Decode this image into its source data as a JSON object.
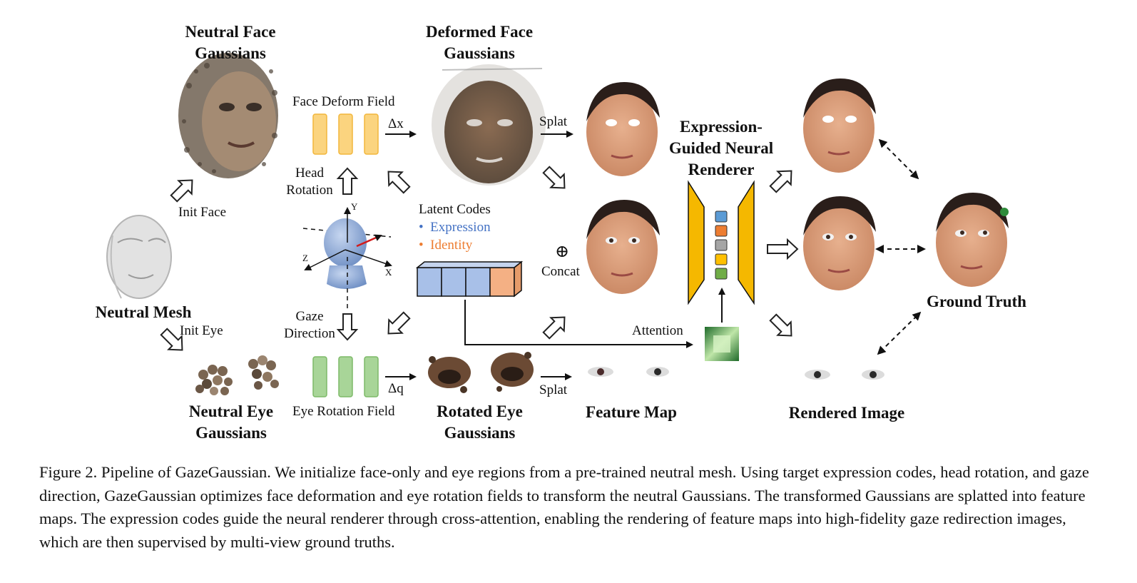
{
  "colors": {
    "face_field": "#FBD47F",
    "face_field_stroke": "#F2B63B",
    "eye_field": "#A8D598",
    "eye_field_stroke": "#7DBA68",
    "expression": "#4472C4",
    "identity": "#ED7D31",
    "renderer": "#F5B800",
    "latent_expression_block": "#A8C0E8",
    "latent_identity_block": "#F4B084",
    "attention_map": "#2E8B3A",
    "head_model": "#8FA9D6"
  },
  "labels": {
    "neutral_face": [
      "Neutral Face",
      "Gaussians"
    ],
    "deformed_face": [
      "Deformed Face",
      "Gaussians"
    ],
    "face_deform_field": "Face Deform Field",
    "delta_x": "Δx",
    "splat_top": "Splat",
    "head_rotation": [
      "Head",
      "Rotation"
    ],
    "init_face": "Init Face",
    "neutral_mesh": "Neutral Mesh",
    "init_eye": "Init Eye",
    "gaze_direction": [
      "Gaze",
      "Direction"
    ],
    "axis_y": "Y",
    "axis_z": "Z",
    "axis_x": "X",
    "latent_codes": "Latent Codes",
    "expression": "Expression",
    "identity": "Identity",
    "concat": "Concat",
    "concat_symbol": "⊕",
    "renderer": [
      "Expression-",
      "Guided Neural",
      "Renderer"
    ],
    "attention": "Attention",
    "neutral_eye": [
      "Neutral Eye",
      "Gaussians"
    ],
    "eye_rotation_field": "Eye Rotation Field",
    "delta_q": "Δq",
    "rotated_eye": [
      "Rotated Eye",
      "Gaussians"
    ],
    "splat_bottom": "Splat",
    "feature_map": "Feature Map",
    "rendered_image": "Rendered Image",
    "ground_truth": "Ground Truth",
    "bullet": "•"
  },
  "renderer_blocks": [
    "#5B9BD5",
    "#ED7D31",
    "#A5A5A5",
    "#FFC000",
    "#70AD47"
  ],
  "caption": "Figure 2. Pipeline of GazeGaussian. We initialize face-only and eye regions from a pre-trained neutral mesh. Using target expression codes, head rotation, and gaze direction, GazeGaussian optimizes face deformation and eye rotation fields to transform the neutral Gaussians. The transformed Gaussians are splatted into feature maps. The expression codes guide the neural renderer through cross-attention, enabling the rendering of feature maps into high-fidelity gaze redirection images, which are then supervised by multi-view ground truths."
}
